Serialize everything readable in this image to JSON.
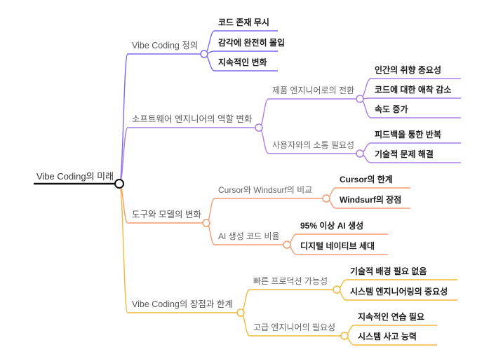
{
  "root": {
    "label": "Vibe Coding의 미래"
  },
  "colors": {
    "root_line": "#111111",
    "branch1": "#7b6cf6",
    "branch2": "#a97ee6",
    "branch3": "#f59b70",
    "branch4": "#f2b93b"
  },
  "branches": [
    {
      "label": "Vibe Coding 정의",
      "color_key": "branch1",
      "leaves": [
        "코드 존재 무시",
        "감각에 완전히 몰입",
        "지속적인 변화"
      ]
    },
    {
      "label": "소프트웨어 엔지니어의 역할 변화",
      "color_key": "branch2",
      "subs": [
        {
          "label": "제품 엔지니어로의 전환",
          "leaves": [
            "인간의 취향 중요성",
            "코드에 대한 애착 감소",
            "속도 증가"
          ]
        },
        {
          "label": "사용자와의 소통 필요성",
          "leaves": [
            "피드백을 통한 반복",
            "기술적 문제 해결"
          ]
        }
      ]
    },
    {
      "label": "도구와 모델의 변화",
      "color_key": "branch3",
      "subs": [
        {
          "label": "Cursor와 Windsurf의 비교",
          "leaves": [
            "Cursor의 한계",
            "Windsurf의 장점"
          ]
        },
        {
          "label": "AI 생성 코드 비율",
          "leaves": [
            "95% 이상 AI 생성",
            "디지털 네이티브 세대"
          ]
        }
      ]
    },
    {
      "label": "Vibe Coding의 장점과 한계",
      "color_key": "branch4",
      "subs": [
        {
          "label": "빠른 프로덕션 가능성",
          "leaves": [
            "기술적 배경 필요 없음",
            "시스템 엔지니어링의 중요성"
          ]
        },
        {
          "label": "고급 엔지니어의 필요성",
          "leaves": [
            "지속적인 연습 필요",
            "시스템 사고 능력"
          ]
        }
      ]
    }
  ]
}
